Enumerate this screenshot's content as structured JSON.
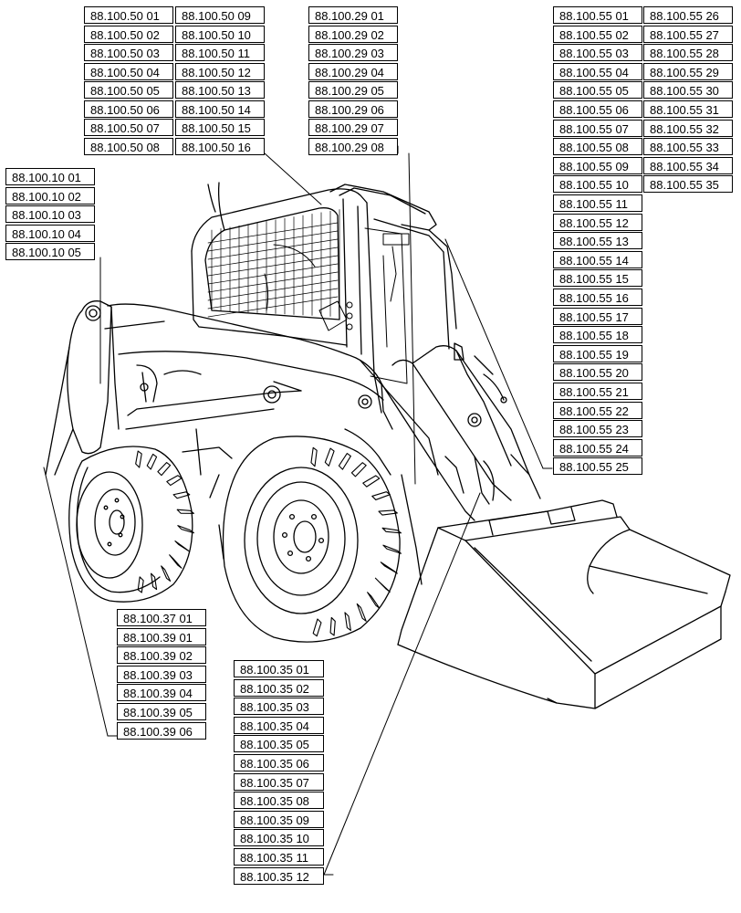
{
  "image": {
    "subject": "skid-steer-loader",
    "subject_icon": "skid-steer-loader-illustration"
  },
  "groups": {
    "group_50": {
      "col1": [
        "88.100.50 01",
        "88.100.50 02",
        "88.100.50 03",
        "88.100.50 04",
        "88.100.50 05",
        "88.100.50 06",
        "88.100.50 07",
        "88.100.50 08"
      ],
      "col2": [
        "88.100.50 09",
        "88.100.50 10",
        "88.100.50 11",
        "88.100.50 12",
        "88.100.50 13",
        "88.100.50 14",
        "88.100.50 15",
        "88.100.50 16"
      ]
    },
    "group_29": {
      "col1": [
        "88.100.29 01",
        "88.100.29 02",
        "88.100.29 03",
        "88.100.29 04",
        "88.100.29 05",
        "88.100.29 06",
        "88.100.29 07",
        "88.100.29 08"
      ]
    },
    "group_55": {
      "col1": [
        "88.100.55 01",
        "88.100.55 02",
        "88.100.55 03",
        "88.100.55 04",
        "88.100.55 05",
        "88.100.55 06",
        "88.100.55 07",
        "88.100.55 08",
        "88.100.55 09",
        "88.100.55 10",
        "88.100.55 11",
        "88.100.55 12",
        "88.100.55 13",
        "88.100.55 14",
        "88.100.55 15",
        "88.100.55 16",
        "88.100.55 17",
        "88.100.55 18",
        "88.100.55 19",
        "88.100.55 20",
        "88.100.55 21",
        "88.100.55 22",
        "88.100.55 23",
        "88.100.55 24",
        "88.100.55 25"
      ],
      "col2": [
        "88.100.55 26",
        "88.100.55 27",
        "88.100.55 28",
        "88.100.55 29",
        "88.100.55 30",
        "88.100.55 31",
        "88.100.55 32",
        "88.100.55 33",
        "88.100.55 34",
        "88.100.55 35"
      ]
    },
    "group_10": {
      "col1": [
        "88.100.10 01",
        "88.100.10 02",
        "88.100.10 03",
        "88.100.10 04",
        "88.100.10 05"
      ]
    },
    "group_37_39": {
      "col1": [
        "88.100.37 01",
        "88.100.39 01",
        "88.100.39 02",
        "88.100.39 03",
        "88.100.39 04",
        "88.100.39 05",
        "88.100.39 06"
      ]
    },
    "group_35": {
      "col1": [
        "88.100.35 01",
        "88.100.35 02",
        "88.100.35 03",
        "88.100.35 04",
        "88.100.35 05",
        "88.100.35 06",
        "88.100.35 07",
        "88.100.35 08",
        "88.100.35 09",
        "88.100.35 10",
        "88.100.35 11",
        "88.100.35 12"
      ]
    }
  }
}
